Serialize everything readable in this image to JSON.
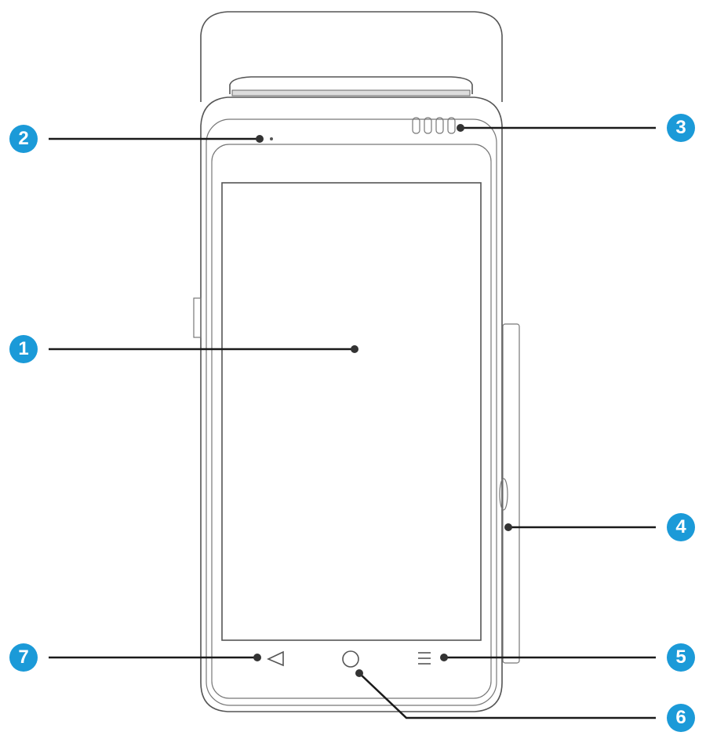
{
  "callouts": [
    {
      "number": "1",
      "part": "screen"
    },
    {
      "number": "2",
      "part": "sensor"
    },
    {
      "number": "3",
      "part": "indicator-lights"
    },
    {
      "number": "4",
      "part": "side-card-slot"
    },
    {
      "number": "5",
      "part": "menu-key"
    },
    {
      "number": "6",
      "part": "home-key"
    },
    {
      "number": "7",
      "part": "back-key"
    }
  ],
  "colors": {
    "badge": "#1b9ad8",
    "line": "#555555"
  }
}
